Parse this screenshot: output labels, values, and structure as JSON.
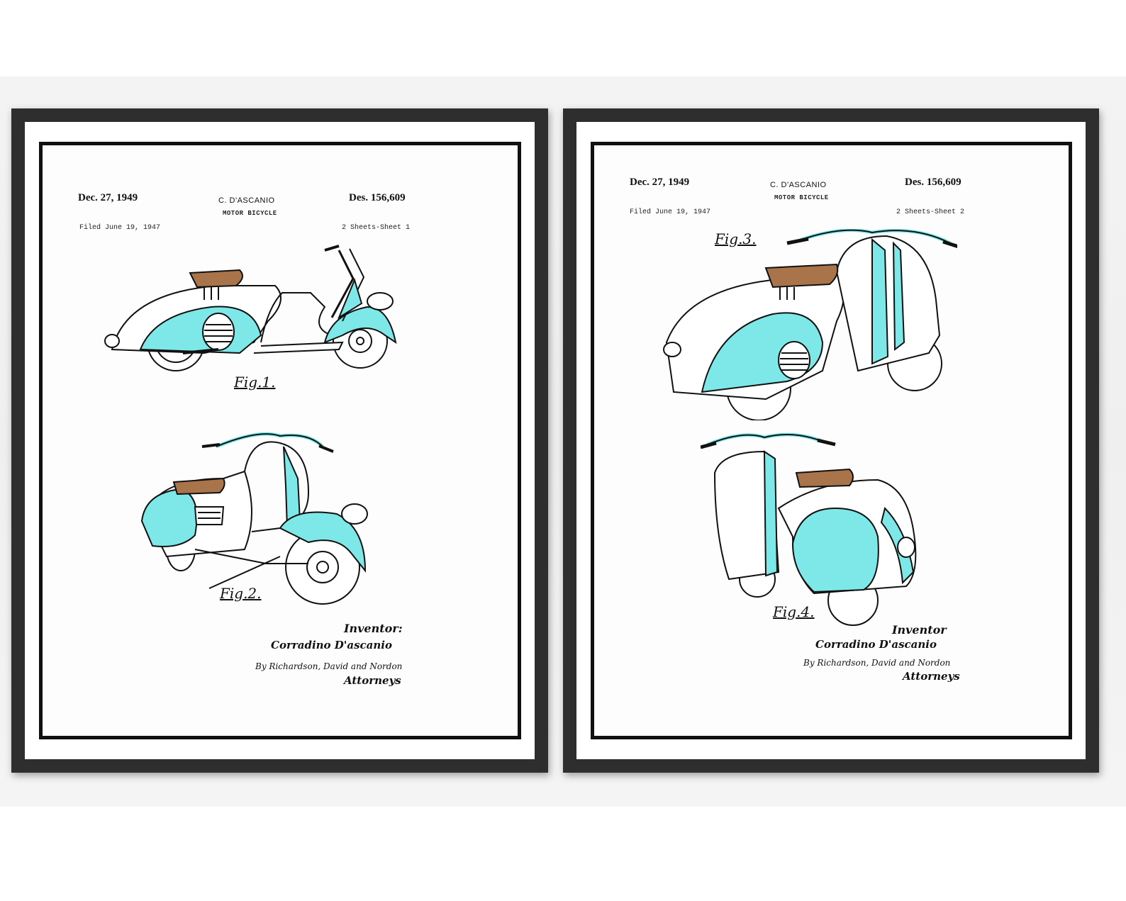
{
  "colors": {
    "accent": "#7ee8e8",
    "seat": "#a9744a",
    "frame": "#2e2e2e",
    "ink": "#111111"
  },
  "sheets": [
    {
      "date": "Dec. 27, 1949",
      "inventor_name": "C. D'ASCANIO",
      "title": "MOTOR BICYCLE",
      "patent_number": "Des. 156,609",
      "filed": "Filed June 19, 1947",
      "sheet_label": "2 Sheets-Sheet 1",
      "figures": [
        "Fig.1.",
        "Fig.2."
      ],
      "inventor_label": "Inventor:",
      "inventor_signature": "Corradino D'ascanio",
      "attorneys_by": "By Richardson, David and Nordon",
      "attorneys_label": "Attorneys"
    },
    {
      "date": "Dec. 27, 1949",
      "inventor_name": "C. D'ASCANIO",
      "title": "MOTOR BICYCLE",
      "patent_number": "Des. 156,609",
      "filed": "Filed June 19, 1947",
      "sheet_label": "2 Sheets-Sheet 2",
      "figures": [
        "Fig.3.",
        "Fig.4."
      ],
      "inventor_label": "Inventor",
      "inventor_signature": "Corradino D'ascanio",
      "attorneys_by": "By Richardson, David and Nordon",
      "attorneys_label": "Attorneys"
    }
  ]
}
